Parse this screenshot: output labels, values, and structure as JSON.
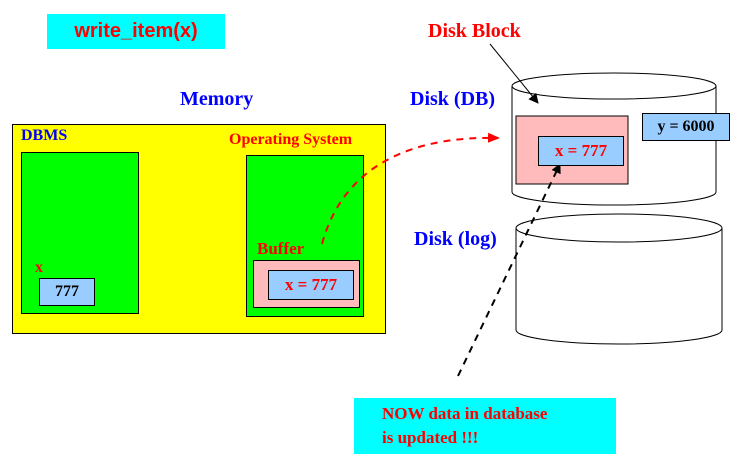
{
  "title": "write_item(x)",
  "labels": {
    "memory": "Memory",
    "dbms": "DBMS",
    "operating_system": "Operating System",
    "buffer": "Buffer",
    "x_var": "x",
    "disk_block": "Disk Block",
    "disk_db": "Disk (DB)",
    "disk_log": "Disk (log)"
  },
  "values": {
    "dbms_x": "777",
    "buffer_x": "x = 777",
    "disk_x": "x = 777",
    "disk_y": "y = 6000"
  },
  "note": {
    "line1": "NOW data in database",
    "line2": "is updated !!!"
  },
  "colors": {
    "accent_cyan": "#00ffff",
    "memory_yellow": "#ffff00",
    "process_green": "#00ff00",
    "block_pink": "#ffbbbb",
    "value_blue": "#99ccff",
    "text_red": "#ff0000",
    "text_blue": "#0000ff"
  }
}
